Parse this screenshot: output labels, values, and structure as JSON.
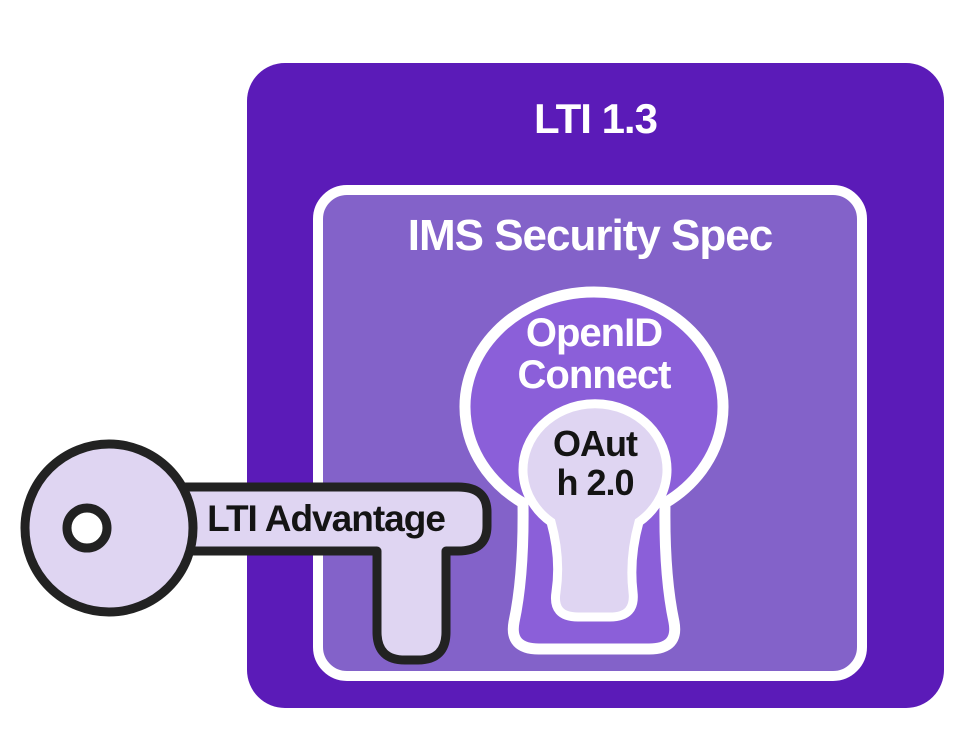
{
  "diagram": {
    "background": "#FFFFFF",
    "outer_box": {
      "label": "LTI 1.3",
      "fill": "#5B1BB8",
      "text_color": "#FFFFFF"
    },
    "inner_box": {
      "label": "IMS Security Spec",
      "fill": "#8362C9",
      "border_color": "#FFFFFF",
      "text_color": "#FFFFFF"
    },
    "keyhole": {
      "openid_label": "OpenID\nConnect",
      "openid_text_color": "#FFFFFF",
      "oauth_label": "OAut\nh 2.0",
      "oauth_text_color": "#141414",
      "fill": "#8B5FD9",
      "inner_fill": "#DFD5F2",
      "outline_color": "#FFFFFF"
    },
    "key": {
      "label": "LTI Advantage",
      "fill": "#DFD5F2",
      "outline_color": "#222222",
      "hole_fill": "#FFFFFF",
      "text_color": "#141414"
    }
  }
}
